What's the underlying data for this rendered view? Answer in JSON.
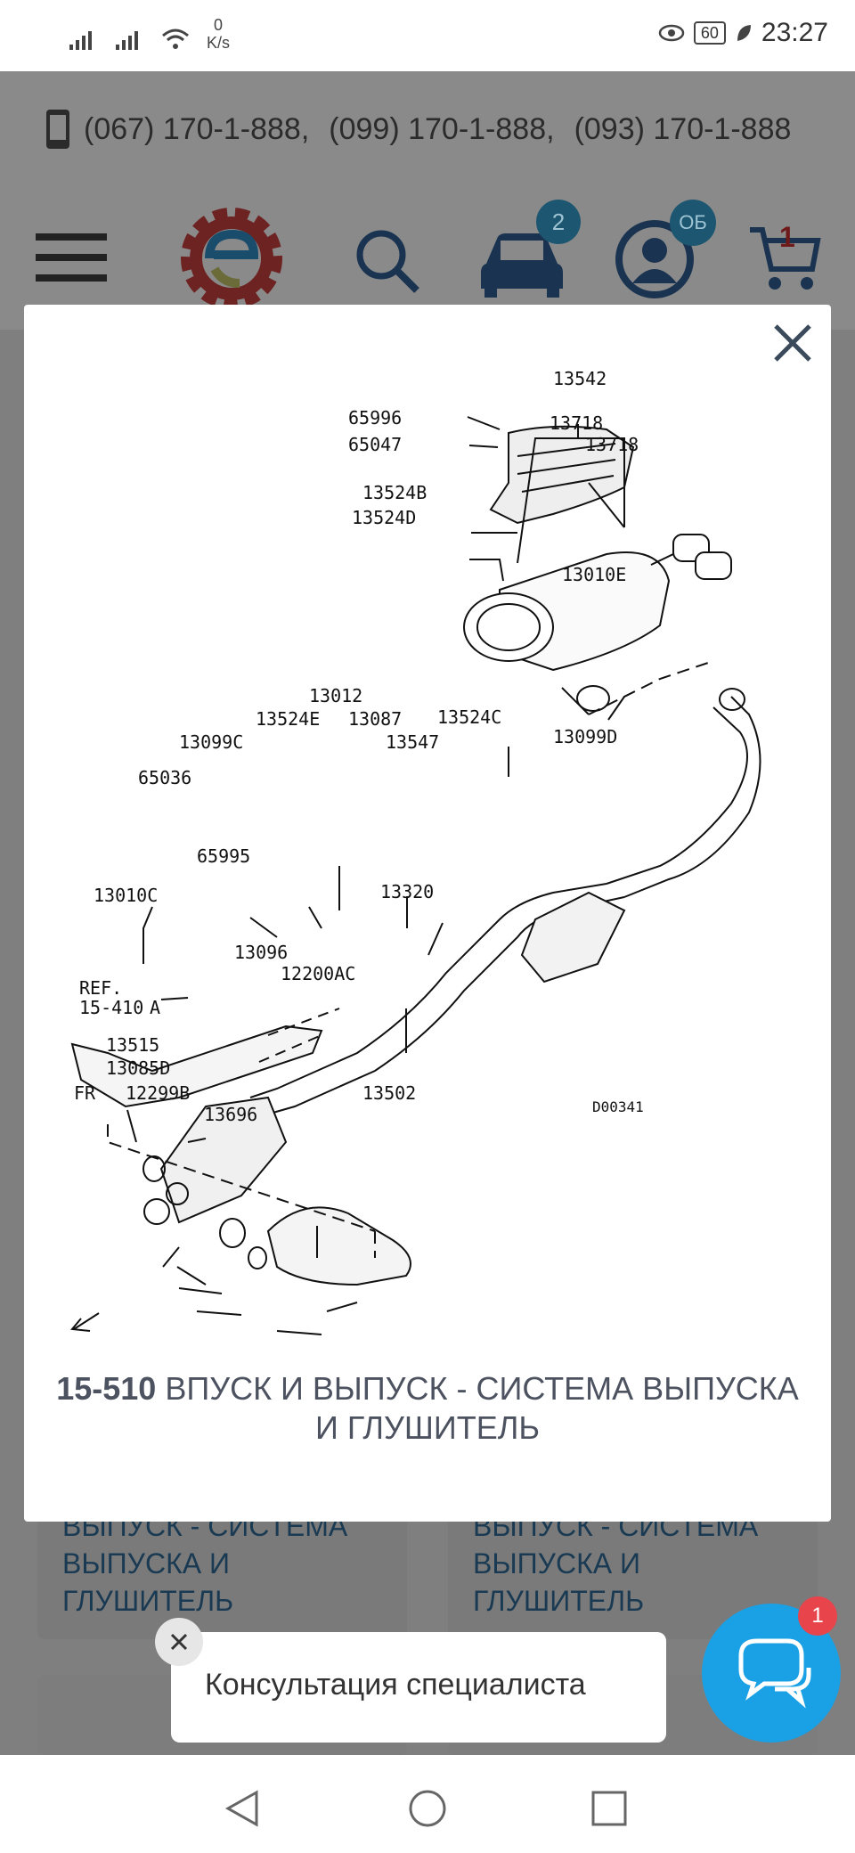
{
  "status_bar": {
    "net_speed_value": "0",
    "net_speed_unit": "K/s",
    "battery": "60",
    "time": "23:27"
  },
  "phone_bar": {
    "numbers": [
      "(067) 170-1-888,",
      "(099) 170-1-888,",
      "(093) 170-1-888"
    ]
  },
  "nav": {
    "garage_badge": "2",
    "account_badge": "ОБ",
    "cart_badge": "1"
  },
  "background_cards": [
    {
      "line1": "ВЫПУСК - СИСТЕМА",
      "line2": "ВЫПУСКА И",
      "line3": "ГЛУШИТЕЛЬ"
    },
    {
      "line1": "ВЫПУСК - СИСТЕМА",
      "line2": "ВЫПУСКА И",
      "line3": "ГЛУШИТЕЛЬ"
    }
  ],
  "modal": {
    "caption_code": "15-510",
    "caption_text": "ВПУСК И ВЫПУСК - СИСТЕМА ВЫПУСКА И ГЛУШИТЕЛЬ"
  },
  "diagram": {
    "labels": {
      "p65996": "65996",
      "p65047": "65047",
      "p13542": "13542",
      "p13718a": "13718",
      "p13718b": "13718",
      "p13524b": "13524B",
      "p13524d": "13524D",
      "p13010e": "13010E",
      "p13524c": "13524C",
      "p13012": "13012",
      "p13524e": "13524E",
      "p13087": "13087",
      "p13099c": "13099C",
      "p13547": "13547",
      "p13099d": "13099D",
      "p65036": "65036",
      "p65995": "65995",
      "p13320": "13320",
      "p13010c": "13010C",
      "p13096": "13096",
      "p12200ac": "12200AC",
      "ref1": "REF.",
      "ref2": "15-410",
      "refA": "A",
      "p13515": "13515",
      "p13085d": "13085D",
      "p12299b": "12299B",
      "p13502": "13502",
      "p13696": "13696",
      "fr": "FR",
      "code": "D00341"
    }
  },
  "chat": {
    "popup_text": "Консультация специалиста",
    "badge": "1"
  }
}
